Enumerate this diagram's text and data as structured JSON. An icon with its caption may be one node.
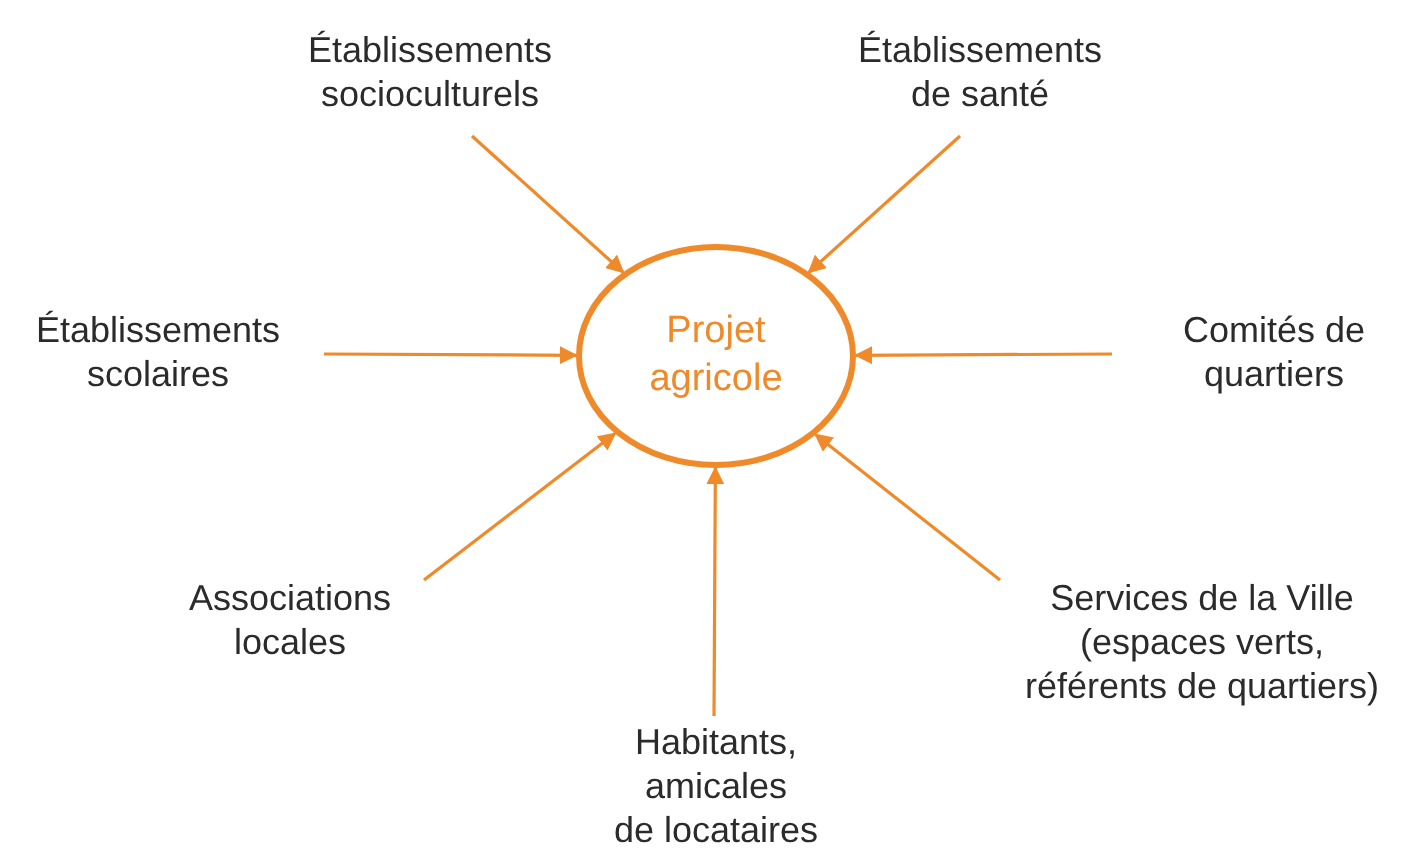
{
  "diagram": {
    "nodes": [
      {
        "text": [
          "Projet agricole"
        ]
      },
      {
        "text": [
          "Établissements socioculturels"
        ]
      },
      {
        "text": [
          "Établissements de santé"
        ]
      },
      {
        "text": [
          "Établissements scolaires"
        ]
      },
      {
        "text": [
          "Comités de quartiers"
        ]
      },
      {
        "text": [
          "Associations locales"
        ]
      },
      {
        "text": [
          "Services de la Ville (espaces verts, référents de quartiers)"
        ]
      },
      {
        "text": [
          "Habitants, amicales de locataires"
        ]
      }
    ],
    "edges": [
      {
        "from": 1,
        "to": 0,
        "arrow": "to"
      },
      {
        "from": 2,
        "to": 0,
        "arrow": "to"
      },
      {
        "from": 3,
        "to": 0,
        "arrow": "to"
      },
      {
        "from": 4,
        "to": 0,
        "arrow": "to"
      },
      {
        "from": 5,
        "to": 0,
        "arrow": "to"
      },
      {
        "from": 6,
        "to": 0,
        "arrow": "to"
      },
      {
        "from": 7,
        "to": 0,
        "arrow": "to"
      }
    ]
  }
}
